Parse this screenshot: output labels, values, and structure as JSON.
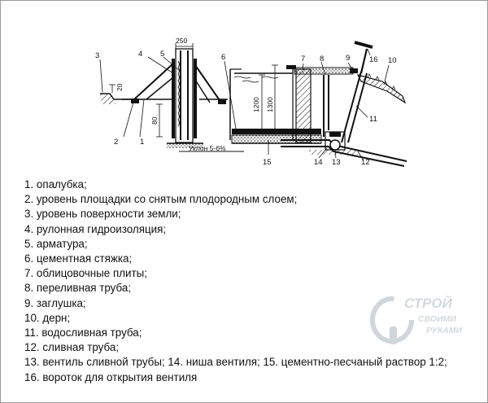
{
  "labels": {
    "l1": "1",
    "l2": "2",
    "l3": "3",
    "l4": "4",
    "l5": "5",
    "l6": "6",
    "l7": "7",
    "l8": "8",
    "l9": "9",
    "l10": "10",
    "l11": "11",
    "l12": "12",
    "l13": "13",
    "l14": "14",
    "l15": "15",
    "l16": "16"
  },
  "dimensions": {
    "d250": "250",
    "d20": "20",
    "d80": "80",
    "d1200": "1200",
    "d1300": "1300",
    "slope": "Уклон 5-6%"
  },
  "legend": [
    "1. опалубка;",
    "2. уровень площадки со снятым плодородным слоем;",
    "3. уровень поверхности земли;",
    "4. рулонная гидроизоляция;",
    "5. арматура;",
    "6. цементная стяжка;",
    "7. облицовочные плиты;",
    "8. переливная труба;",
    "9. заглушка;",
    "10. дерн;",
    "11. водосливная труба;",
    "12. сливная труба;",
    "13. вентиль сливной трубы; 14. ниша вентиля; 15. цементно-песчаный раствор 1:2;",
    "16. вороток для открытия вентиля"
  ],
  "watermark": {
    "brand": "СТРОЙ",
    "line2": "СВОИМИ",
    "line3": "РУКАМИ"
  },
  "colors": {
    "ink": "#111111",
    "watermark": "#cfd6dc"
  }
}
